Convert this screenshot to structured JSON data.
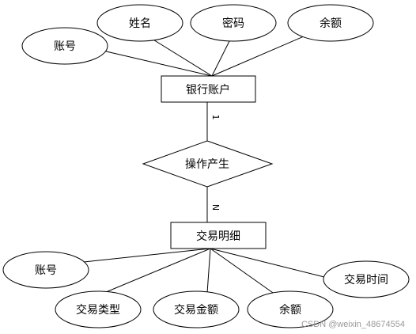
{
  "diagram": {
    "entities": [
      {
        "id": "account",
        "label": "银行账户"
      },
      {
        "id": "transaction",
        "label": "交易明细"
      }
    ],
    "relationship": {
      "id": "operate",
      "label": "操作产生"
    },
    "account_attributes": [
      {
        "id": "acct-no",
        "label": "账号"
      },
      {
        "id": "name",
        "label": "姓名"
      },
      {
        "id": "password",
        "label": "密码"
      },
      {
        "id": "balance",
        "label": "余额"
      }
    ],
    "transaction_attributes": [
      {
        "id": "tx-acct-no",
        "label": "账号"
      },
      {
        "id": "tx-type",
        "label": "交易类型"
      },
      {
        "id": "tx-amount",
        "label": "交易金额"
      },
      {
        "id": "tx-balance",
        "label": "余额"
      },
      {
        "id": "tx-time",
        "label": "交易时间"
      }
    ],
    "cardinality": {
      "account_side": "1",
      "transaction_side": "N"
    }
  },
  "watermark": "CSDN @weixin_48674554"
}
